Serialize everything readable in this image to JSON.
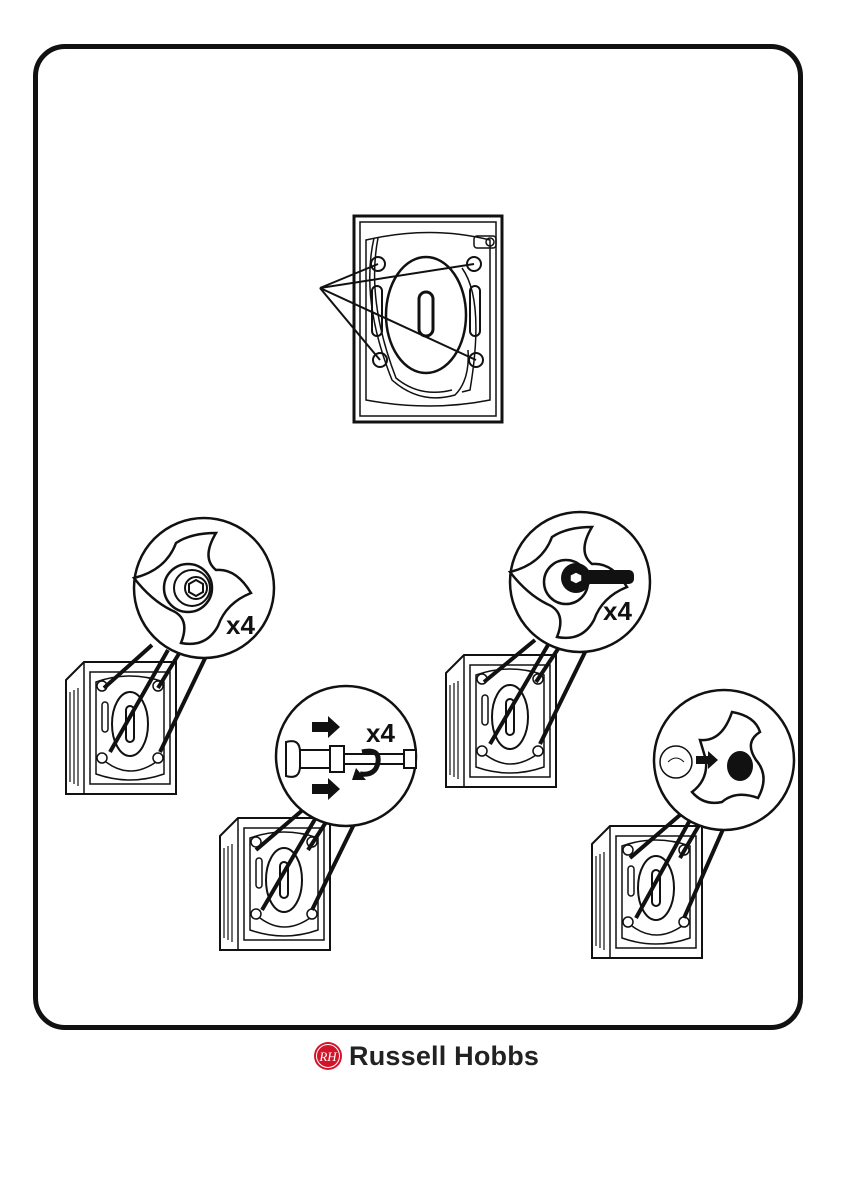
{
  "brand": {
    "name": "Russell Hobbs",
    "logo_icon": "rh-monogram-icon",
    "logo_color": "#d2142a"
  },
  "steps": {
    "remove_bolts": {
      "count_label": "x4"
    },
    "pull_out_bolts": {
      "count_label": "x4"
    },
    "wrench_bolts": {
      "count_label": "x4"
    },
    "insert_caps": {
      "count_label": ""
    }
  },
  "icons": [
    "washing-machine-back-icon",
    "transit-bolt-icon",
    "wrench-icon",
    "arrow-right-icon",
    "rotate-arrow-icon",
    "cap-icon"
  ]
}
